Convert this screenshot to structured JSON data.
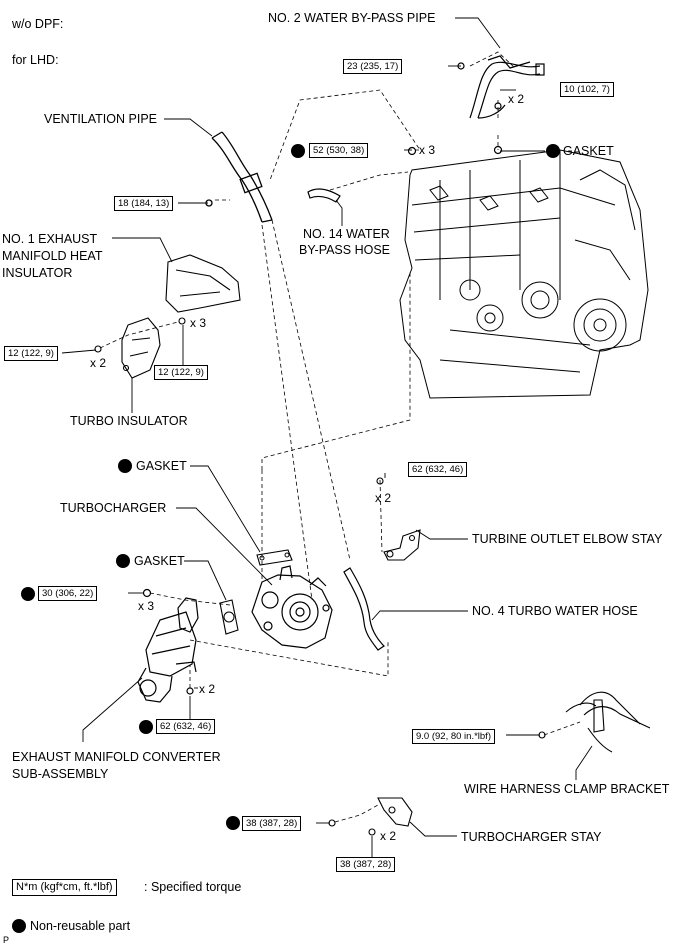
{
  "header": {
    "variant": "w/o DPF:",
    "drive": "for LHD:"
  },
  "parts": {
    "water_bypass_pipe_2": "NO. 2 WATER BY-PASS PIPE",
    "ventilation_pipe": "VENTILATION PIPE",
    "gasket_top": "GASKET",
    "water_bypass_hose_14_line1": "NO. 14 WATER",
    "water_bypass_hose_14_line2": "BY-PASS HOSE",
    "exhaust_heat_insulator_line1": "NO. 1 EXHAUST",
    "exhaust_heat_insulator_line2": "MANIFOLD HEAT",
    "exhaust_heat_insulator_line3": "INSULATOR",
    "turbo_insulator": "TURBO INSULATOR",
    "gasket_mid": "GASKET",
    "turbocharger": "TURBOCHARGER",
    "gasket_lower": "GASKET",
    "turbine_outlet_elbow_stay": "TURBINE OUTLET ELBOW STAY",
    "turbo_water_hose_4": "NO. 4 TURBO WATER HOSE",
    "exhaust_converter_line1": "EXHAUST MANIFOLD CONVERTER",
    "exhaust_converter_line2": "SUB-ASSEMBLY",
    "wire_harness_bracket": "WIRE HARNESS CLAMP BRACKET",
    "turbocharger_stay": "TURBOCHARGER STAY"
  },
  "torques": {
    "t1": "23 (235, 17)",
    "t2": "10 (102, 7)",
    "t3": "52 (530, 38)",
    "t4": "18 (184, 13)",
    "t5": "12 (122, 9)",
    "t6": "12 (122, 9)",
    "t7": "62 (632, 46)",
    "t8": "30 (306, 22)",
    "t9": "62 (632, 46)",
    "t10": "9.0 (92, 80 in.*lbf)",
    "t11": "38 (387, 28)",
    "t12": "38 (387, 28)"
  },
  "multipliers": {
    "m1": "x 2",
    "m2": "x 3",
    "m3": "x 3",
    "m4": "x 2",
    "m5": "x 2",
    "m6": "x 3",
    "m7": "x 2",
    "m8": "x 2"
  },
  "legend": {
    "unit_box": "N*m (kgf*cm, ft.*lbf)",
    "unit_desc": ": Specified torque",
    "nonreusable": "Non-reusable part"
  },
  "footer": {
    "mark": "P"
  },
  "icons": [
    "non-reusable-dot-icon"
  ],
  "colors": {
    "ink": "#000000",
    "background": "#ffffff"
  }
}
